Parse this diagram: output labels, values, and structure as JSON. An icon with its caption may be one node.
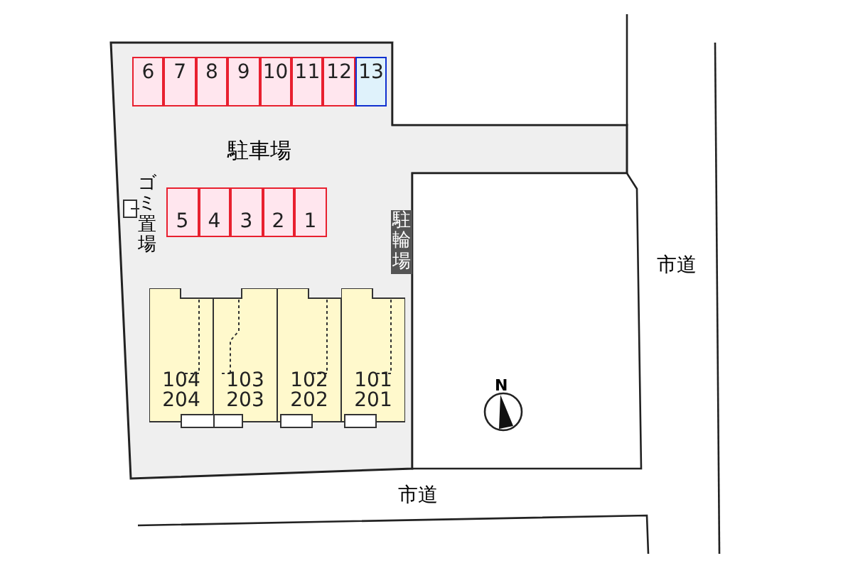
{
  "diagram": {
    "nodes": [
      {
        "text": [
          "6"
        ]
      },
      {
        "text": [
          "7"
        ]
      },
      {
        "text": [
          "8"
        ]
      },
      {
        "text": [
          "9"
        ]
      },
      {
        "text": [
          "10"
        ]
      },
      {
        "text": [
          "11"
        ]
      },
      {
        "text": [
          "12"
        ]
      },
      {
        "text": [
          "13"
        ]
      },
      {
        "text": [
          "5"
        ]
      },
      {
        "text": [
          "4"
        ]
      },
      {
        "text": [
          "3"
        ]
      },
      {
        "text": [
          "2"
        ]
      },
      {
        "text": [
          "1"
        ]
      },
      {
        "text": [
          "104",
          "204"
        ]
      },
      {
        "text": [
          "103",
          "203"
        ]
      },
      {
        "text": [
          "102",
          "202"
        ]
      },
      {
        "text": [
          "101",
          "201"
        ]
      }
    ],
    "labels": [
      "駐車場",
      "ゴミ置場",
      "駐輪場",
      "市道",
      "N",
      "市道"
    ]
  }
}
